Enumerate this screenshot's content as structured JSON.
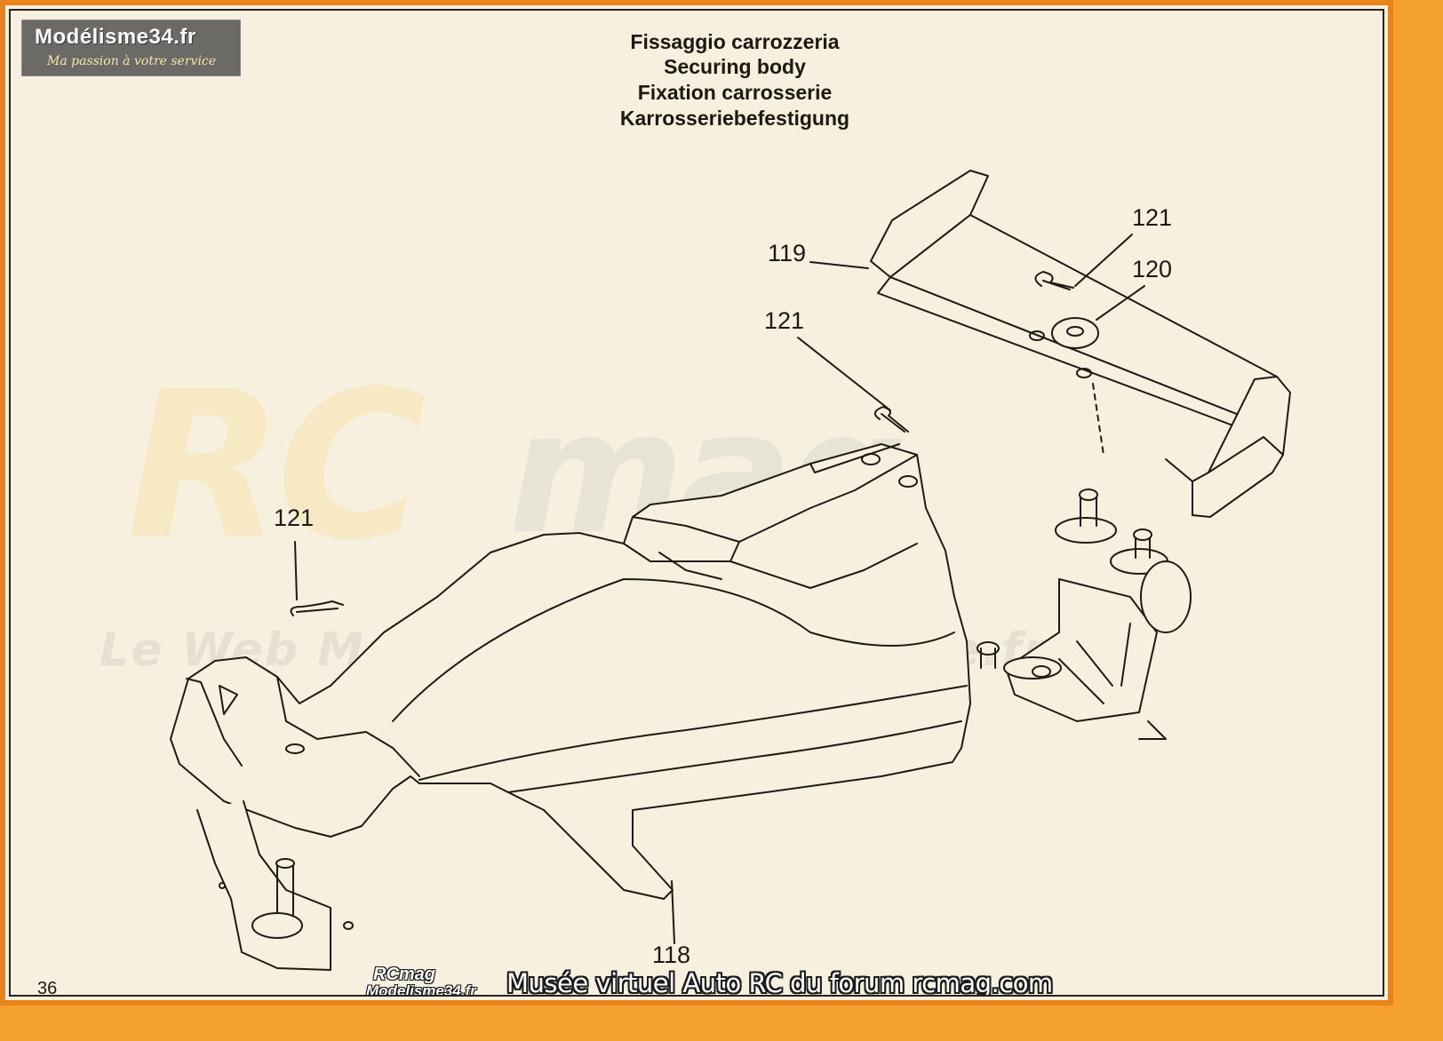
{
  "logo": {
    "name": "Modélisme34.fr",
    "tagline": "Ma passion à votre service"
  },
  "titles": [
    "Fissaggio carrozzeria",
    "Securing body",
    "Fixation carrosserie",
    "Karrosseriebefestigung"
  ],
  "callouts": {
    "part_119": "119",
    "part_121_top": "121",
    "part_120": "120",
    "part_121_mid": "121",
    "part_121_left": "121",
    "part_118": "118"
  },
  "watermark": {
    "big_text_1": "RC",
    "big_text_2": "mag",
    "line": "Le Web Magazine du Modelisme.fr"
  },
  "footer": {
    "page_number": "36",
    "badge_top": "RCmag",
    "badge_bottom": "Modelisme34.fr",
    "credit": "Musée virtuel Auto RC du forum rcmag.com"
  },
  "colors": {
    "frame": "#e8821a",
    "paper": "#f7f0de",
    "ink": "#1c1812"
  }
}
